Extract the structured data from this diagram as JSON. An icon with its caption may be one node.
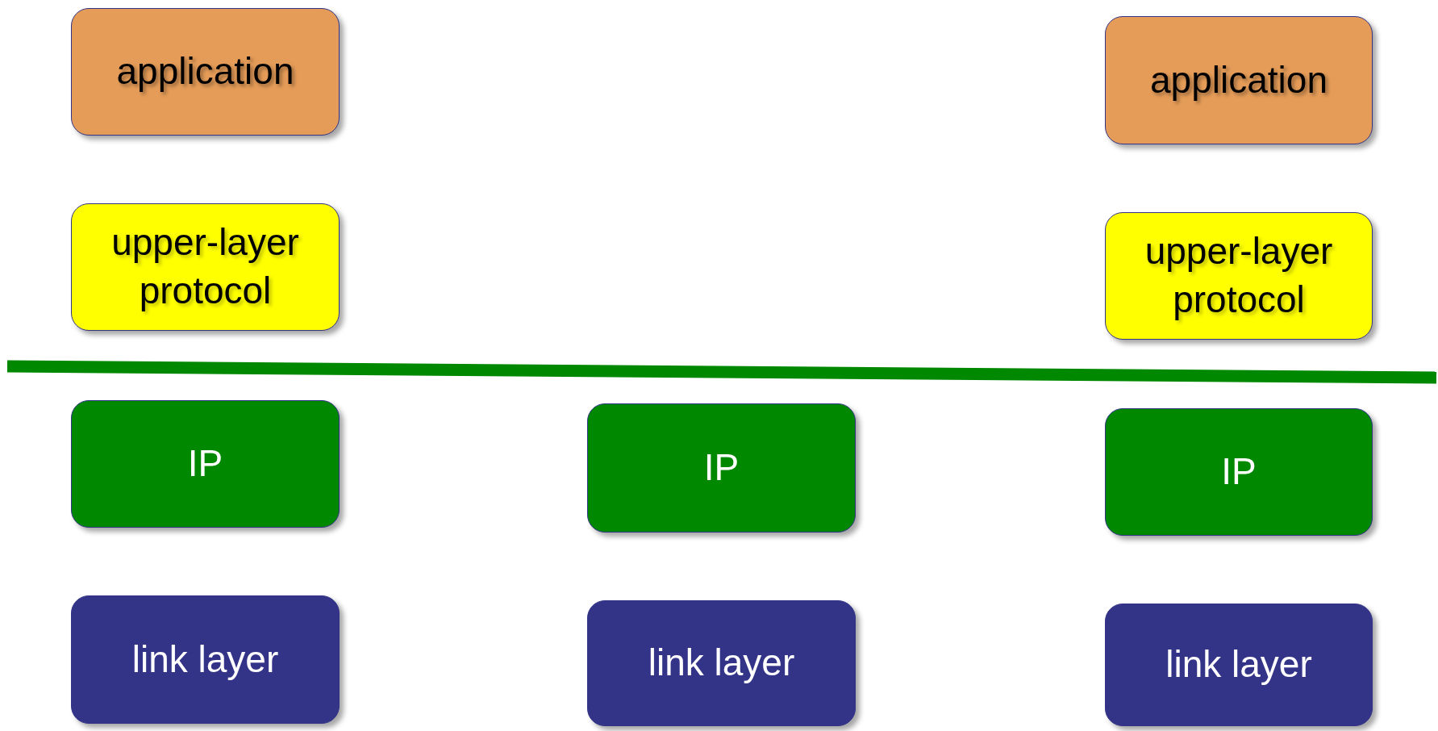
{
  "diagram": {
    "nodes": [
      {
        "text": [
          "application"
        ]
      },
      {
        "text": [
          "application"
        ]
      },
      {
        "text": [
          "upper-layer protocol"
        ]
      },
      {
        "text": [
          "upper-layer protocol"
        ]
      },
      {
        "text": [
          "IP"
        ]
      },
      {
        "text": [
          "IP"
        ]
      },
      {
        "text": [
          "IP"
        ]
      },
      {
        "text": [
          "link layer"
        ]
      },
      {
        "text": [
          "link layer"
        ]
      },
      {
        "text": [
          "link layer"
        ]
      }
    ]
  }
}
